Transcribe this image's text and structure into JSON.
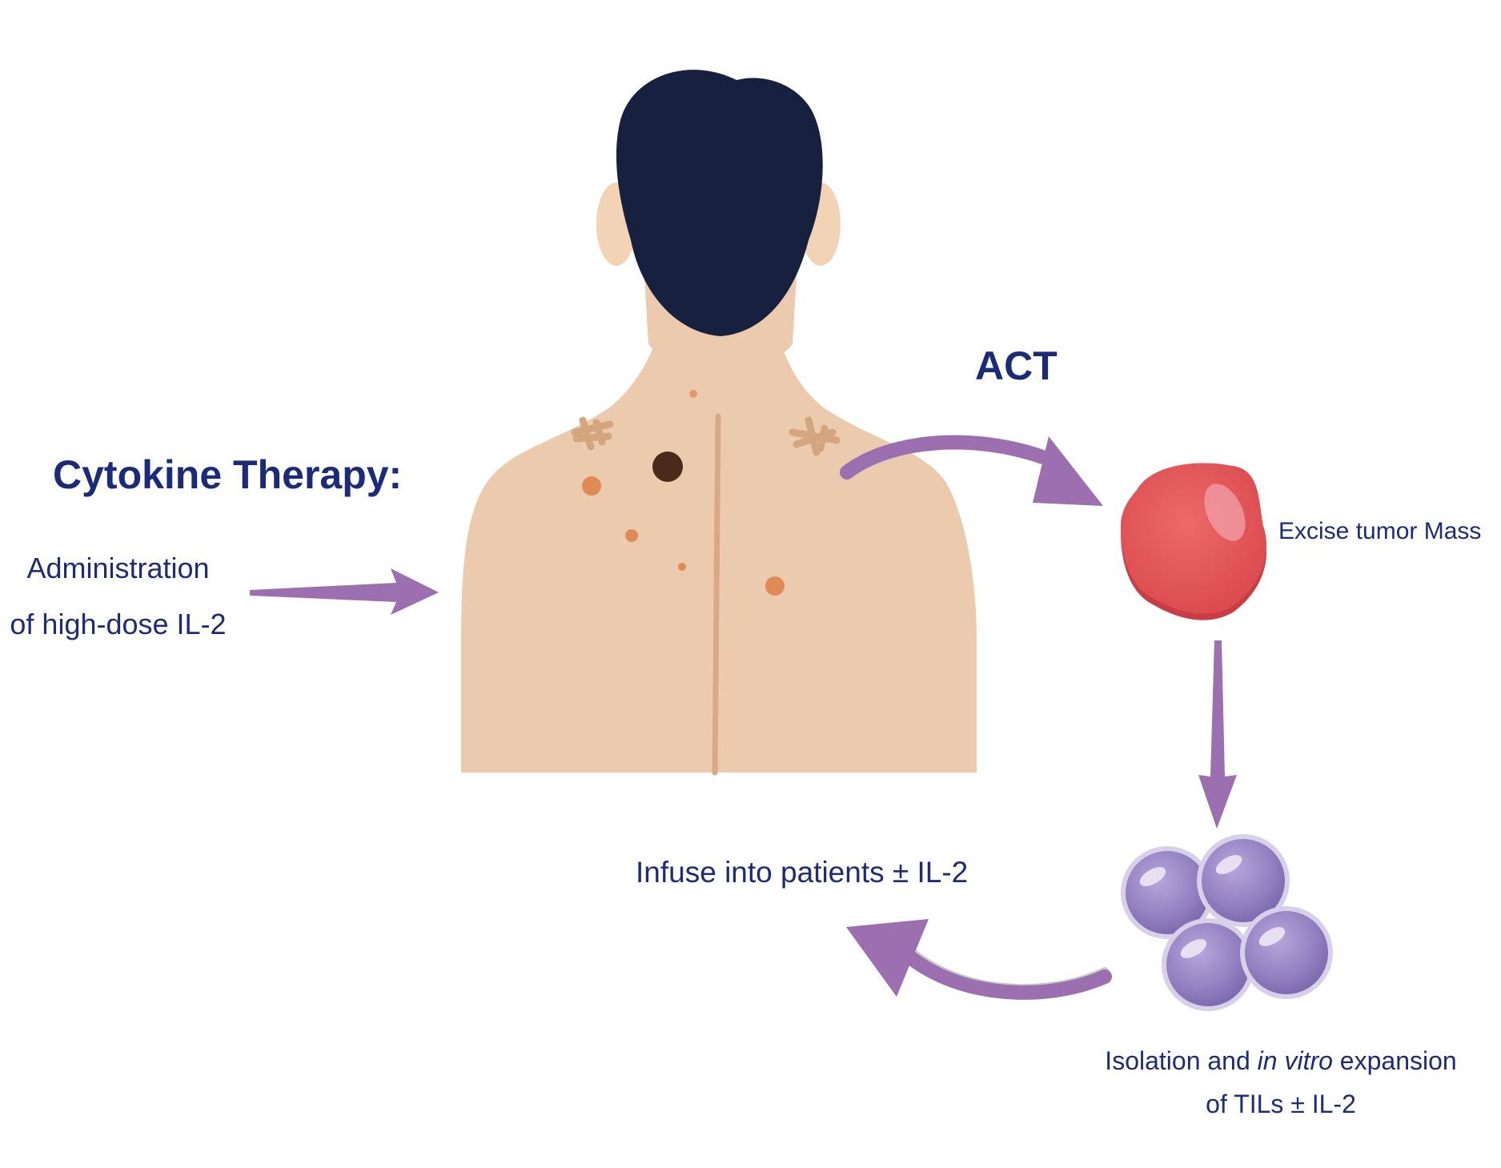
{
  "cytokine": {
    "title": "Cytokine Therapy:",
    "line1": "Administration",
    "line2": "of high-dose IL-2"
  },
  "act": {
    "title": "ACT"
  },
  "steps": {
    "excise": "Excise tumor Mass",
    "isolation_pre": "Isolation and ",
    "isolation_italic": "in vitro",
    "isolation_post": " expansion",
    "isolation_line2": "of TILs ± IL-2",
    "infuse": "Infuse into patients ± IL-2"
  },
  "colors": {
    "text": "#1f2a78",
    "arrow": "#9b6fb0",
    "skin": "#ebcaae",
    "hair": "#17213f",
    "tumor": "#e05a5a",
    "cells": "#9d8ac4"
  }
}
